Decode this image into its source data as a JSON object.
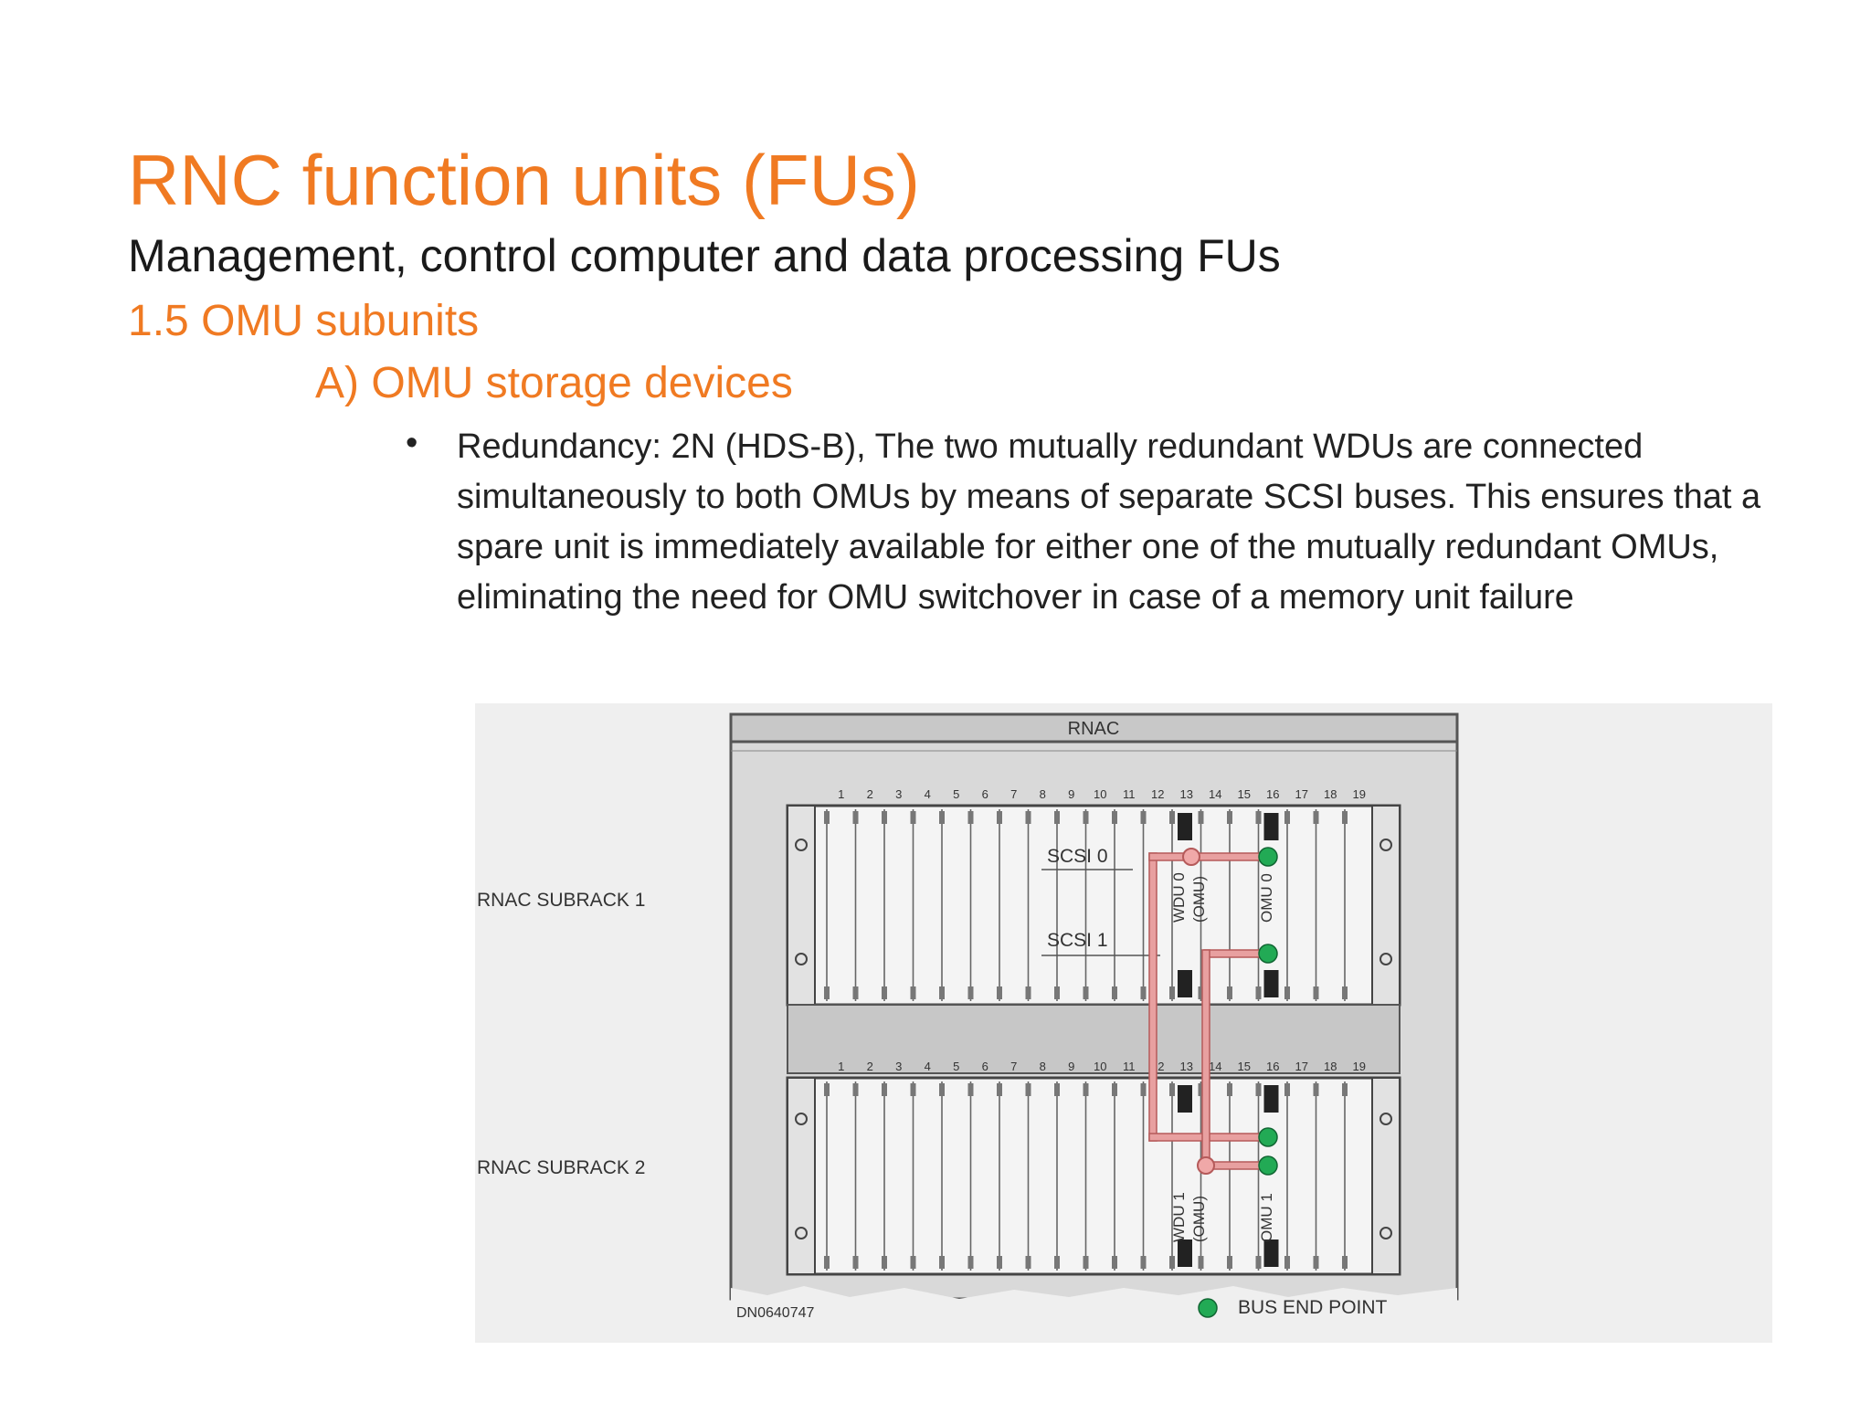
{
  "slide": {
    "title": "RNC function units (FUs)",
    "subtitle": "Management, control computer and data processing FUs",
    "section": "1.5 OMU subunits",
    "subsection": "A) OMU storage devices",
    "bullet_symbol": "•",
    "bullet_text": "Redundancy: 2N (HDS-B), The two mutually redundant WDUs are connected simultaneously to both OMUs by means of separate SCSI buses. This ensures that a spare unit is immediately available for either one of the mutually redundant OMUs, eliminating the need for OMU switchover in case of a memory unit failure"
  },
  "diagram": {
    "cabinet_label": "RNAC",
    "subrack_1_label": "RNAC SUBRACK 1",
    "subrack_2_label": "RNAC SUBRACK 2",
    "slot_numbers": [
      "1",
      "2",
      "3",
      "4",
      "5",
      "6",
      "7",
      "8",
      "9",
      "10",
      "11",
      "12",
      "13",
      "14",
      "15",
      "16",
      "17",
      "18",
      "19"
    ],
    "scsi0_label": "SCSI 0",
    "scsi1_label": "SCSI 1",
    "wdu0_label": "WDU 0",
    "wdu0_sub": "(OMU)",
    "omu0_label": "OMU 0",
    "wdu1_label": "WDU 1",
    "wdu1_sub": "(OMU)",
    "omu1_label": "OMU 1",
    "legend_label": "BUS END POINT",
    "doc_id": "DN0640747",
    "colors": {
      "bus": "#e8a0a0",
      "bus_stroke": "#b55a5a",
      "endpoint": "#22aa55",
      "frame": "#555555"
    }
  }
}
